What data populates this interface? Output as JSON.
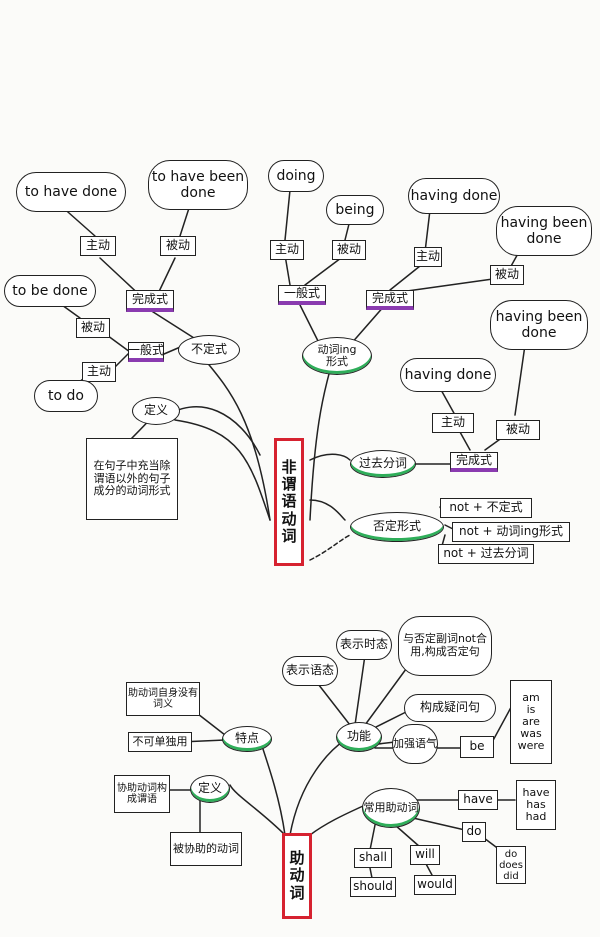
{
  "top_tree": {
    "root": "非\n谓\n语\n动\n词",
    "infinitive": {
      "label": "不定式",
      "perfect": {
        "label": "完成式",
        "active": "主动",
        "active_value": "to have done",
        "passive": "被动",
        "passive_value": "to have been done"
      },
      "general": {
        "label": "一般式",
        "active": "主动",
        "active_value": "to do",
        "passive": "被动",
        "passive_value": "to be done"
      }
    },
    "ing_form": {
      "label": "动词ing\n形式",
      "general": {
        "label": "一般式",
        "active": "主动",
        "active_value": "doing",
        "passive": "被动",
        "passive_value": "being"
      },
      "perfect": {
        "label": "完成式",
        "active": "主动",
        "active_value": "having done",
        "passive": "被动",
        "passive_value": "having been done"
      }
    },
    "definition": {
      "label": "定义",
      "text": "在句子中充当除谓语以外的句子成分的动词形式"
    },
    "past_participle": {
      "label": "过去分词",
      "perfect": {
        "label": "完成式",
        "active": "主动",
        "active_value": "having done",
        "passive": "被动",
        "passive_value": "having been done"
      }
    },
    "negative": {
      "label": "否定形式",
      "items": [
        "not + 不定式",
        "not + 动词ing形式",
        "not + 过去分词"
      ]
    }
  },
  "bottom_tree": {
    "root": "助\n动\n词",
    "definition": {
      "label": "定义",
      "items": [
        "协助动词构成谓语",
        "被协助的动词"
      ]
    },
    "features": {
      "label": "特点",
      "items": [
        "助动词自身没有词义",
        "不可单独用"
      ]
    },
    "functions": {
      "label": "功能",
      "items": [
        "表示语态",
        "表示时态",
        "与否定副词not合用,构成否定句",
        "构成疑问句",
        "加强语气"
      ]
    },
    "common": {
      "label": "常用助动词",
      "be": {
        "label": "be",
        "forms": [
          "am",
          "is",
          "are",
          "was",
          "were"
        ]
      },
      "have": {
        "label": "have",
        "forms": [
          "have",
          "has",
          "had"
        ]
      },
      "do": {
        "label": "do",
        "forms": [
          "do",
          "does",
          "did"
        ]
      },
      "shall": {
        "label": "shall",
        "form": "should"
      },
      "will": {
        "label": "will",
        "form": "would"
      }
    }
  }
}
